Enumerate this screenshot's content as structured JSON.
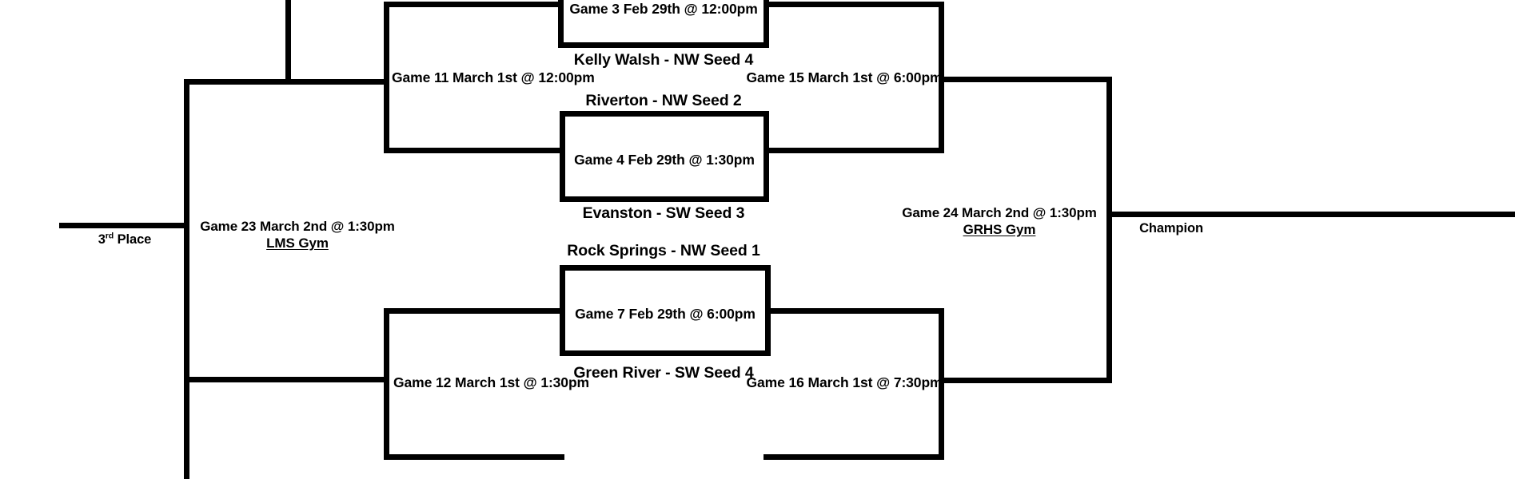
{
  "bracket": {
    "title": "Tournament Bracket",
    "background_color": "#ffffff",
    "line_color": "#000000",
    "game_boxes": [
      {
        "id": "game-3",
        "label": "Game 3 Feb 29th @ 12:00pm",
        "winner_slot": "Kelly Walsh - NW Seed 4"
      },
      {
        "id": "game-4",
        "label": "Game 4 Feb 29th @ 1:30pm",
        "top_slot": "Riverton - NW Seed 2",
        "winner_slot": "Evanston - SW Seed 3"
      },
      {
        "id": "game-7",
        "label": "Game 7 Feb 29th @ 6:00pm",
        "top_slot": "Rock Springs - NW Seed 1",
        "winner_slot": "Green River - SW Seed 4"
      }
    ],
    "game_labels": [
      {
        "id": "game-11",
        "text": "Game 11 March 1st @ 12:00pm"
      },
      {
        "id": "game-15",
        "text": "Game 15 March 1st @ 6:00pm"
      },
      {
        "id": "game-12",
        "text": "Game 12 March 1st @ 1:30pm"
      },
      {
        "id": "game-16",
        "text": "Game 16 March 1st @ 7:30pm"
      }
    ],
    "final_games": [
      {
        "id": "game-23",
        "line1": "Game 23 March 2nd @ 1:30pm",
        "venue": "LMS Gym"
      },
      {
        "id": "game-24",
        "line1": "Game 24 March 2nd @ 1:30pm",
        "venue": "GRHS Gym"
      }
    ],
    "outcome_slots": [
      {
        "id": "third-place",
        "prefix": "3",
        "suffix": "rd",
        "text": " Place"
      },
      {
        "id": "champion",
        "text": "Champion"
      }
    ]
  }
}
